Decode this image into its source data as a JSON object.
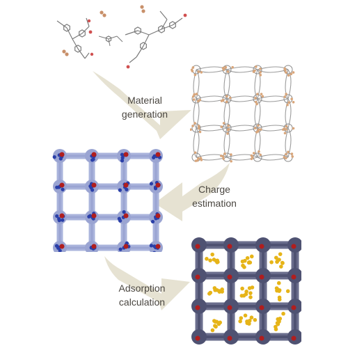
{
  "steps": [
    {
      "label_line1": "Material",
      "label_line2": "generation",
      "arrow_color": "#e6e2d2"
    },
    {
      "label_line1": "Charge",
      "label_line2": "estimation",
      "arrow_color": "#e6e2d2"
    },
    {
      "label_line1": "Adsorption",
      "label_line2": "calculation",
      "arrow_color": "#e6e2d2"
    }
  ],
  "panels": [
    {
      "name": "molecular-building-blocks",
      "colors": [
        "#7a7a7a",
        "#c8906a",
        "#d05050"
      ]
    },
    {
      "name": "framework-structure",
      "colors": [
        "#9a9a9a",
        "#d8a57a",
        "#8a8a8a"
      ]
    },
    {
      "name": "charged-framework",
      "colors": [
        "#aab4dc",
        "#9aa4d2",
        "#2a3fa8",
        "#b01e1e"
      ]
    },
    {
      "name": "adsorbed-framework",
      "colors": [
        "#4f5272",
        "#6a6d8c",
        "#e6b418",
        "#b01e1e"
      ]
    }
  ]
}
